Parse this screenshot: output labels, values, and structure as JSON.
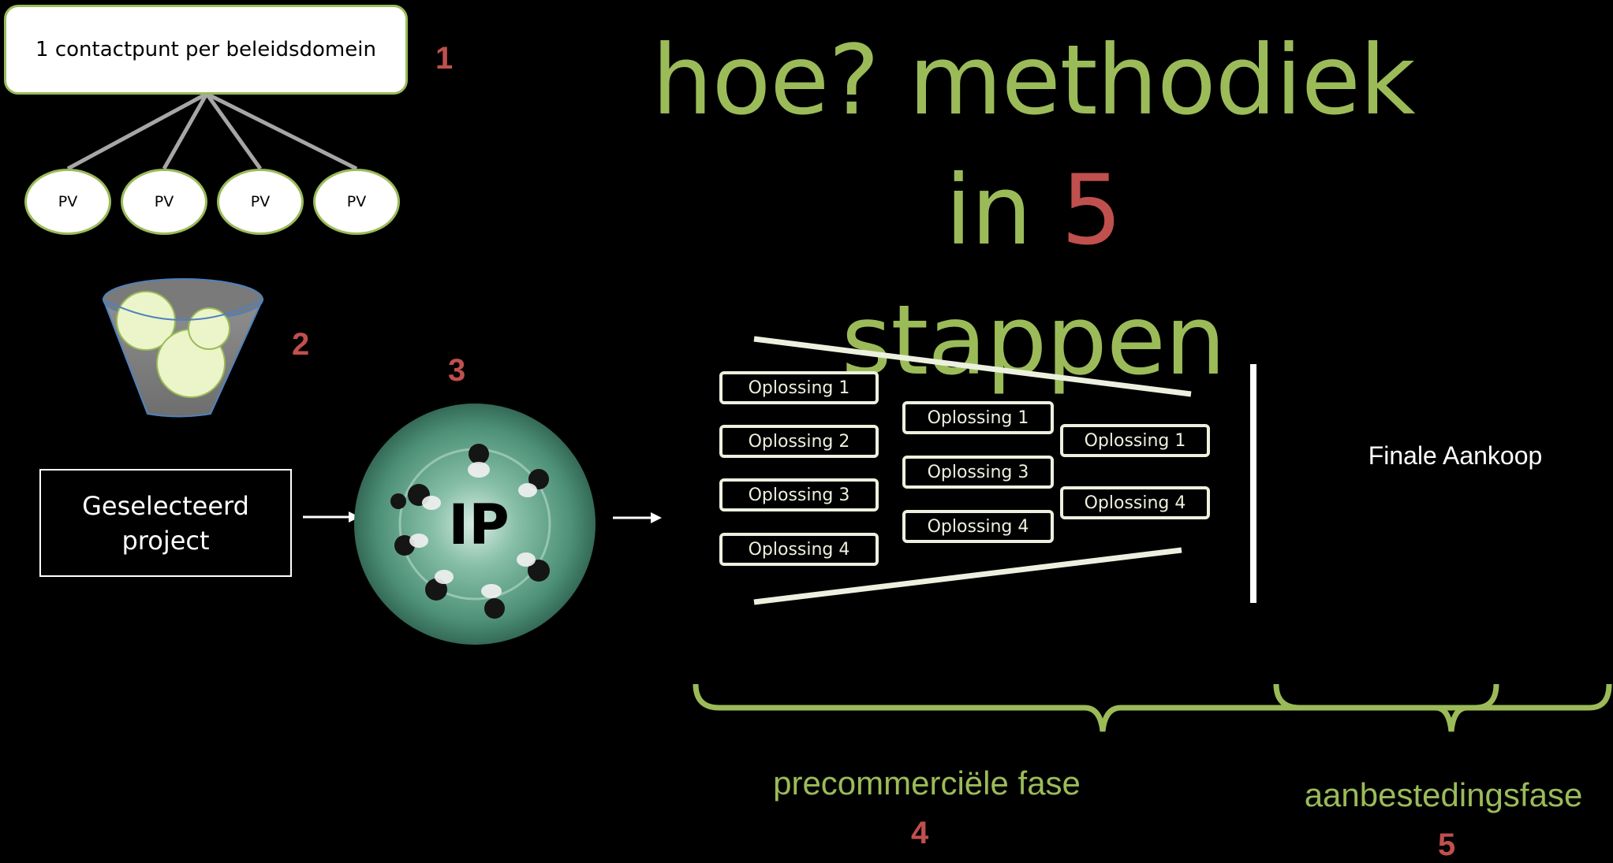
{
  "title": {
    "part1": "hoe? methodiek in ",
    "number": "5",
    "part2": "stappen"
  },
  "step1": {
    "box_label": "1 contactpunt per beleidsdomein",
    "pv_labels": [
      "PV",
      "PV",
      "PV",
      "PV"
    ],
    "number": "1"
  },
  "step2": {
    "number": "2"
  },
  "step3": {
    "number": "3",
    "project_label_line1": "Geselecteerd",
    "project_label_line2": "project",
    "image_text": "IP"
  },
  "column1": [
    "Oplossing 1",
    "Oplossing 2",
    "Oplossing 3",
    "Oplossing 4"
  ],
  "column2": [
    "Oplossing 1",
    "Oplossing 3",
    "Oplossing 4"
  ],
  "column3": [
    "Oplossing 1",
    "Oplossing 4"
  ],
  "final_label": "Finale Aankoop",
  "phase4": {
    "label": "precommerciële fase",
    "number": "4"
  },
  "phase5": {
    "label": "aanbestedingsfase",
    "number": "5"
  },
  "colors": {
    "green": "#9bbb59",
    "red": "#c0504d",
    "light": "#ebf1de"
  }
}
